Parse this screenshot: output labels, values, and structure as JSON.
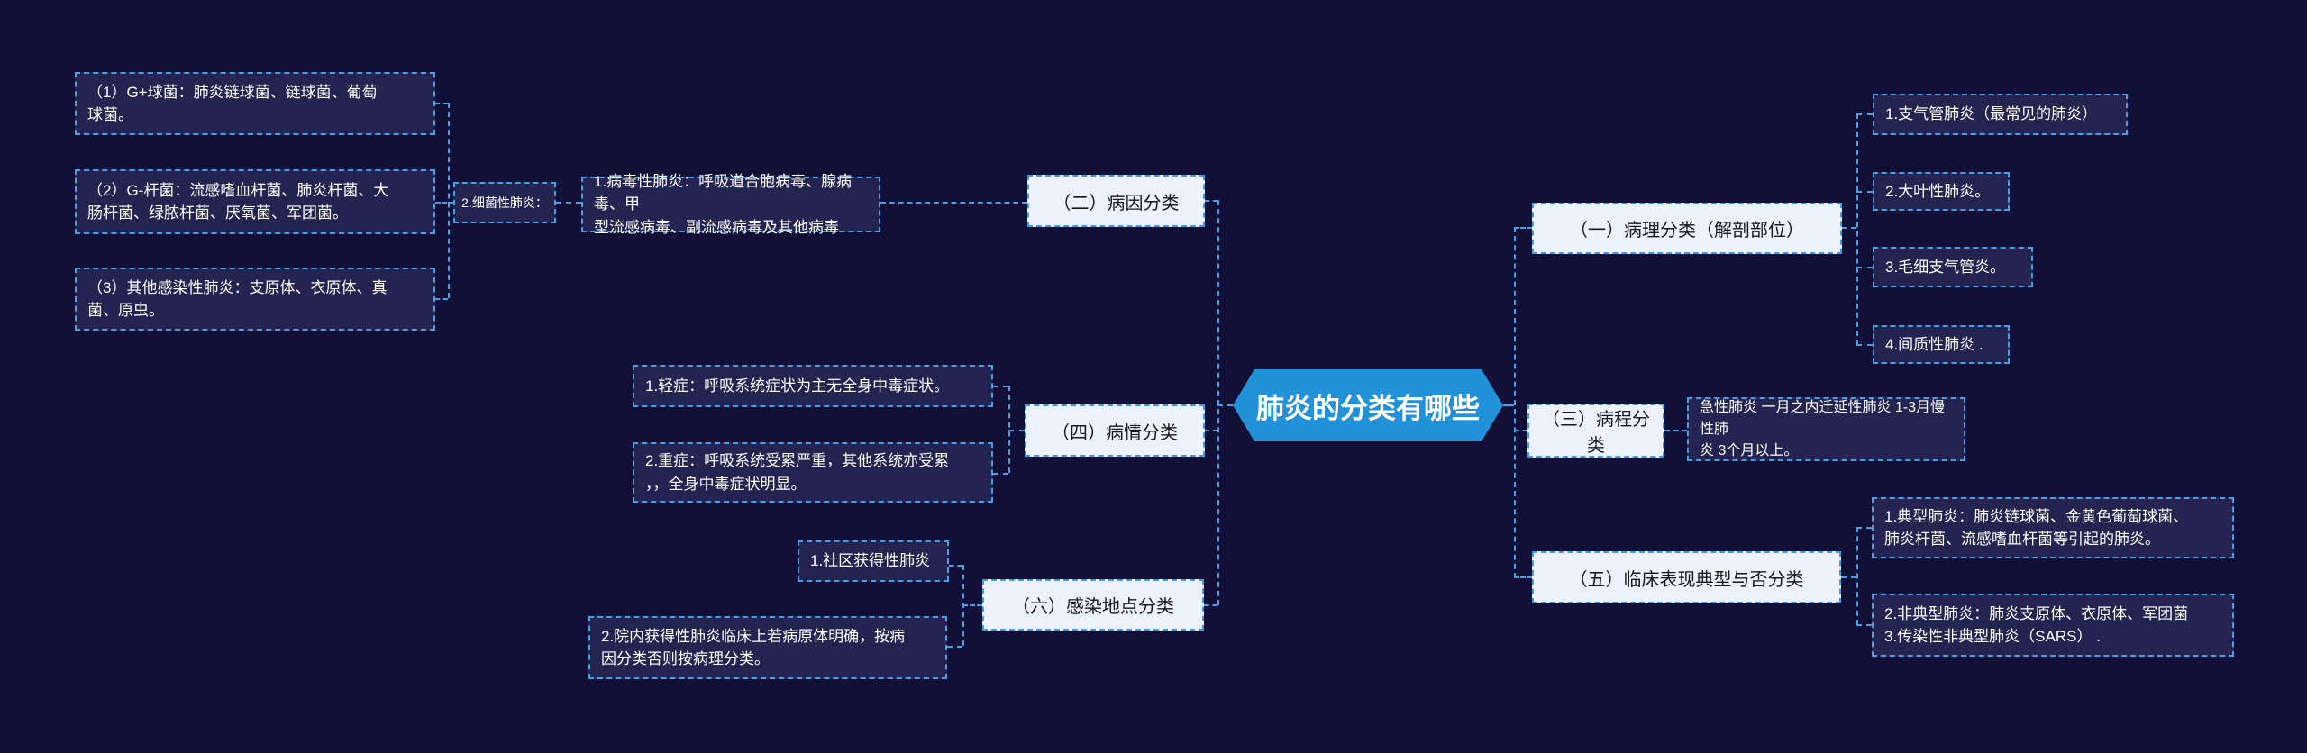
{
  "colors": {
    "background": "#121037",
    "node_fill_dark": "#25234f",
    "node_fill_light": "#edf1fa",
    "central_fill": "#2191d9",
    "connector": "#45a0e5",
    "text_dark_node": "#ffffff",
    "text_light_node": "#17171f"
  },
  "topic": {
    "label": "肺炎的分类有哪些"
  },
  "branches": {
    "pathology": {
      "header": "（一）病理分类（解剖部位）",
      "children": [
        {
          "label": "1.支气管肺炎（最常见的肺炎）"
        },
        {
          "label": "2.大叶性肺炎。"
        },
        {
          "label": "3.毛细支气管炎。"
        },
        {
          "label": "4.间质性肺炎 ."
        }
      ]
    },
    "cause": {
      "header": "（二）病因分类",
      "children": [
        {
          "label": "1.病毒性肺炎：呼吸道合胞病毒、腺病毒、甲\n型流感病毒、副流感病毒及其他病毒"
        },
        {
          "label": "2.细菌性肺炎：",
          "children": [
            {
              "label": "（1）G+球菌：肺炎链球菌、链球菌、葡萄\n球菌。"
            },
            {
              "label": "（2）G-杆菌：流感嗜血杆菌、肺炎杆菌、大\n肠杆菌、绿脓杆菌、厌氧菌、军团菌。"
            },
            {
              "label": "（3）其他感染性肺炎：支原体、衣原体、真\n菌、原虫。"
            }
          ]
        }
      ]
    },
    "course": {
      "header": "（三）病程分类",
      "children": [
        {
          "label": "急性肺炎 一月之内迁延性肺炎 1-3月慢性肺\n炎 3个月以上。"
        }
      ]
    },
    "severity": {
      "header": "（四）病情分类",
      "children": [
        {
          "label": "1.轻症：呼吸系统症状为主无全身中毒症状。"
        },
        {
          "label": "2.重症：呼吸系统受累严重，其他系统亦受累\n，，全身中毒症状明显。"
        }
      ]
    },
    "typical": {
      "header": "（五）临床表现典型与否分类",
      "children": [
        {
          "label": "1.典型肺炎：肺炎链球菌、金黄色葡萄球菌、\n肺炎杆菌、流感嗜血杆菌等引起的肺炎。"
        },
        {
          "label": "2.非典型肺炎：肺炎支原体、衣原体、军团菌\n3.传染性非典型肺炎（SARS） ."
        }
      ]
    },
    "location": {
      "header": "（六）感染地点分类",
      "children": [
        {
          "label": "1.社区获得性肺炎"
        },
        {
          "label": "2.院内获得性肺炎临床上若病原体明确，按病\n因分类否则按病理分类。"
        }
      ]
    }
  }
}
